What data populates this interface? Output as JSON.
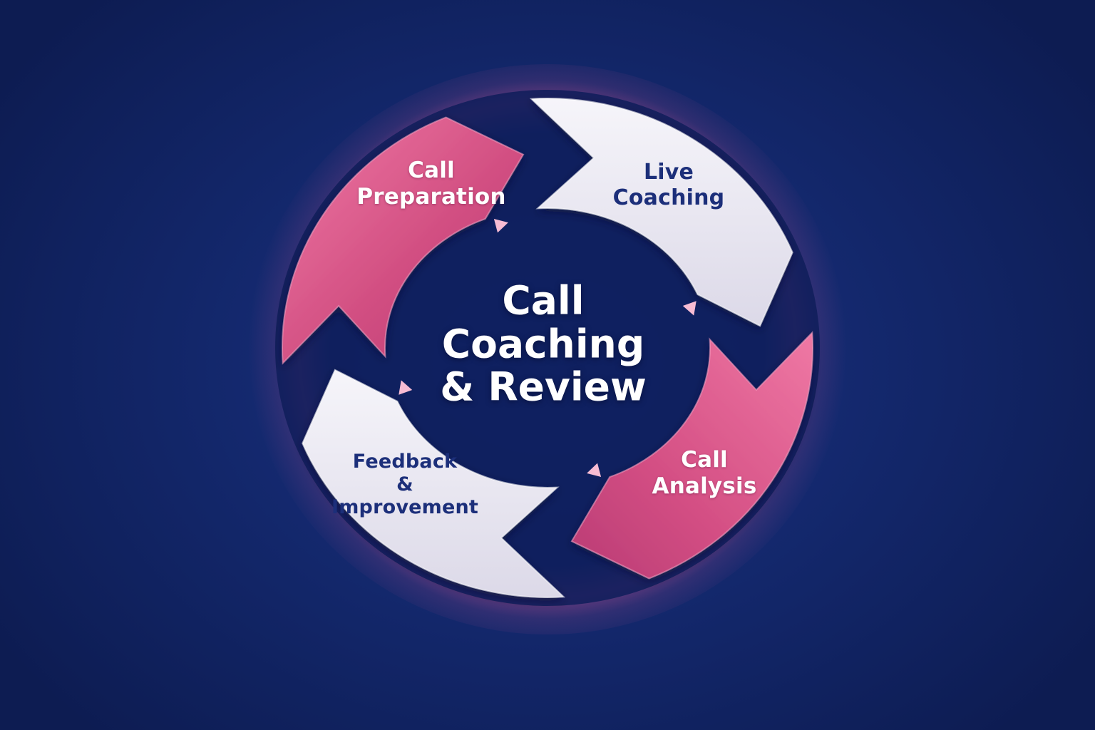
{
  "center": {
    "title_lines": [
      "Call",
      "Coaching",
      "& Review"
    ]
  },
  "stages": [
    {
      "id": "call-preparation",
      "lines": [
        "Call",
        "Preparation"
      ],
      "color": "pink"
    },
    {
      "id": "live-coaching",
      "lines": [
        "Live",
        "Coaching"
      ],
      "color": "white"
    },
    {
      "id": "call-analysis",
      "lines": [
        "Call",
        "Analysis"
      ],
      "color": "pink"
    },
    {
      "id": "feedback-improvement",
      "lines": [
        "Feedback",
        "&",
        "Improvement"
      ],
      "color": "white"
    }
  ],
  "colors": {
    "background": "#14296f",
    "pink": "#d9507f",
    "white": "#eceaf3",
    "dark_text": "#1c2f7a",
    "glow": "#ff6fa3"
  }
}
